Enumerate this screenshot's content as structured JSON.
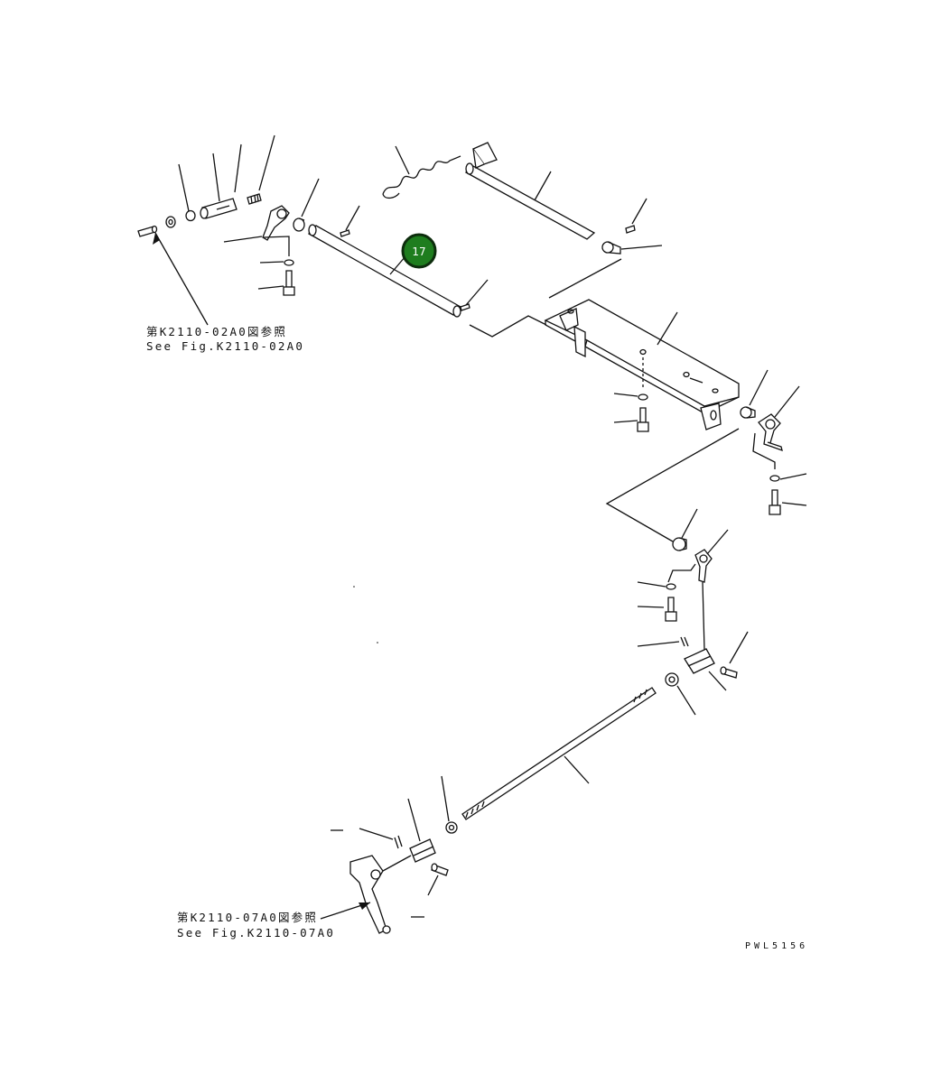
{
  "reference_top": {
    "jp": "第K2110-02A0図参照",
    "en": "See Fig.K2110-02A0"
  },
  "reference_bottom": {
    "jp": "第K2110-07A0図参照",
    "en": "See Fig.K2110-07A0"
  },
  "drawing_code": "PWL5156",
  "highlight_badge": {
    "label": "17",
    "color": "#1e7d1e"
  }
}
